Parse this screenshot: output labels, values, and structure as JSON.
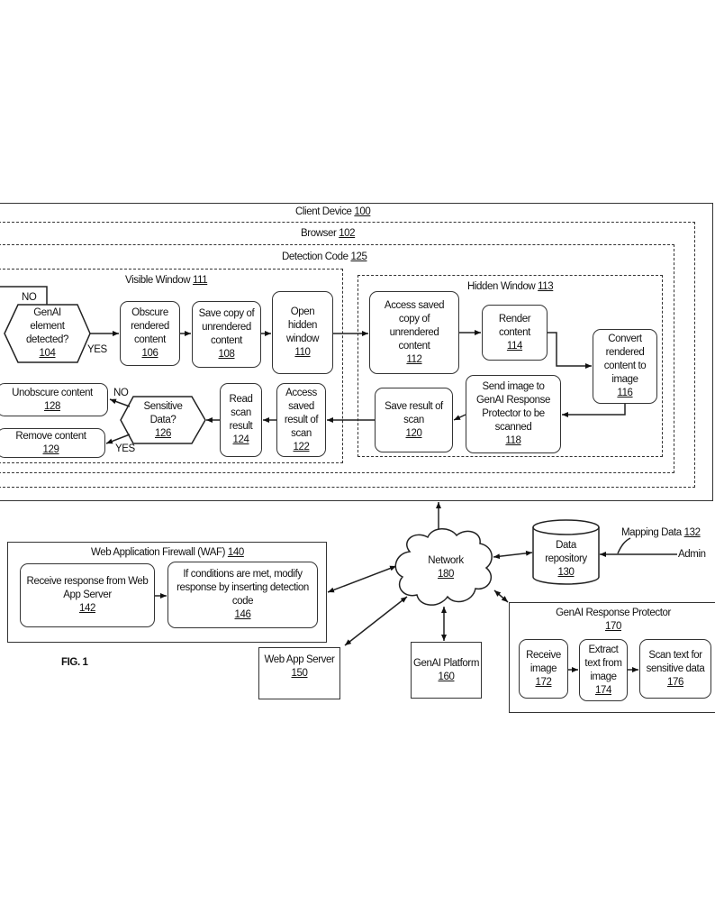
{
  "containers": {
    "client_device": {
      "label": "Client Device",
      "num": "100"
    },
    "browser": {
      "label": "Browser",
      "num": "102"
    },
    "detection_code": {
      "label": "Detection Code",
      "num": "125"
    },
    "visible_window": {
      "label": "Visible Window",
      "num": "111"
    },
    "hidden_window": {
      "label": "Hidden Window",
      "num": "113"
    },
    "waf": {
      "label": "Web Application Firewall (WAF)",
      "num": "140"
    },
    "protector": {
      "label": "GenAI Response Protector",
      "num": "170"
    }
  },
  "steps": {
    "s104": {
      "label": "GenAI\nelement\ndetected?",
      "num": "104"
    },
    "s106": {
      "label": "Obscure\nrendered\ncontent",
      "num": "106"
    },
    "s108": {
      "label": "Save copy of\nunrendered\ncontent",
      "num": "108"
    },
    "s110": {
      "label": "Open\nhidden\nwindow",
      "num": "110"
    },
    "s112": {
      "label": "Access saved\ncopy of\nunrendered\ncontent",
      "num": "112"
    },
    "s114": {
      "label": "Render\ncontent",
      "num": "114"
    },
    "s116": {
      "label": "Convert\nrendered\ncontent to\nimage",
      "num": "116"
    },
    "s118": {
      "label": "Send image to\nGenAI Response\nProtector to be\nscanned",
      "num": "118"
    },
    "s120": {
      "label": "Save result of\nscan",
      "num": "120"
    },
    "s122": {
      "label": "Access\nsaved\nresult of\nscan",
      "num": "122"
    },
    "s124": {
      "label": "Read\nscan\nresult",
      "num": "124"
    },
    "s126": {
      "label": "Sensitive\nData?",
      "num": "126"
    },
    "s128": {
      "label": "Unobscure content",
      "num": "128"
    },
    "s129": {
      "label": "Remove content",
      "num": "129"
    },
    "s142": {
      "label": "Receive response from Web\nApp Server",
      "num": "142"
    },
    "s146": {
      "label": "If conditions are met, modify\nresponse by inserting detection\ncode",
      "num": "146"
    },
    "s172": {
      "label": "Receive\nimage",
      "num": "172"
    },
    "s174": {
      "label": "Extract\ntext from\nimage",
      "num": "174"
    },
    "s176": {
      "label": "Scan text for\nsensitive data",
      "num": "176"
    }
  },
  "nodes": {
    "network": {
      "label": "Network",
      "num": "180"
    },
    "data_repository": {
      "label": "Data\nrepository",
      "num": "130"
    },
    "web_app_server": {
      "label": "Web App Server",
      "num": "150"
    },
    "genai_platform": {
      "label": "GenAI Platform",
      "num": "160"
    },
    "mapping_data": {
      "label": "Mapping Data",
      "num": "132"
    },
    "admin": {
      "label": "Admin"
    }
  },
  "edge_labels": {
    "no_104": "NO",
    "yes_104": "YES",
    "no_126": "NO",
    "yes_126": "YES"
  },
  "figure_label": "FIG. 1"
}
